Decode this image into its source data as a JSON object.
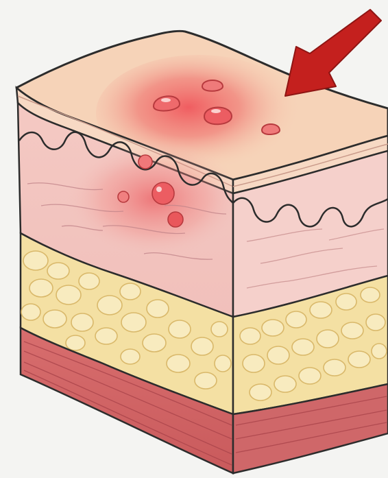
{
  "diagram": {
    "kind": "skin-cross-section-block",
    "layers": [
      {
        "name": "epidermis",
        "color": "#f6d3b8"
      },
      {
        "name": "dermis",
        "color": "#f3c6c0"
      },
      {
        "name": "subcutaneous-fat",
        "color": "#f4e0a3"
      },
      {
        "name": "muscle",
        "color": "#d87a78"
      }
    ],
    "highlight": {
      "name": "inflamed-area",
      "color": "#f0575c"
    },
    "pointer": {
      "name": "arrow",
      "direction": "down-left",
      "color": "#c4201e"
    },
    "outline_color": "#2c2c2c"
  }
}
